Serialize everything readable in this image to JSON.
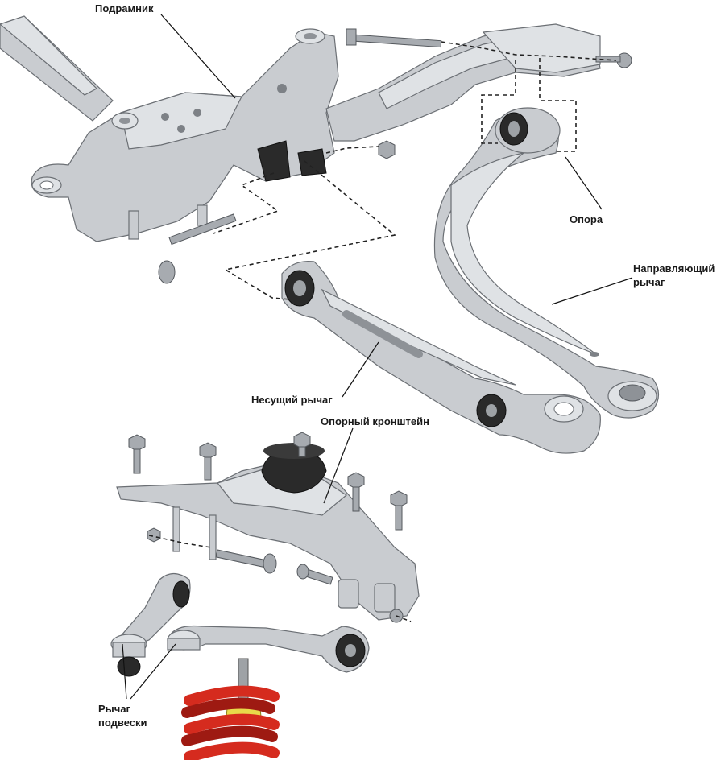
{
  "labels": {
    "subframe": "Подрамник",
    "mount": "Опора",
    "guide_arm": "Направляющий\nрычаг",
    "guide_arm_line1": "Направляющий",
    "guide_arm_line2": "рычаг",
    "support_arm": "Несущий рычаг",
    "bracket": "Опорный кронштейн",
    "suspension_arm_line1": "Рычаг",
    "suspension_arm_line2": "подвески"
  },
  "colors": {
    "metal": "#c9ccd0",
    "spring": "#d52b1e",
    "rubber": "#2a2a2a",
    "bump_stop": "#e8d94a"
  }
}
